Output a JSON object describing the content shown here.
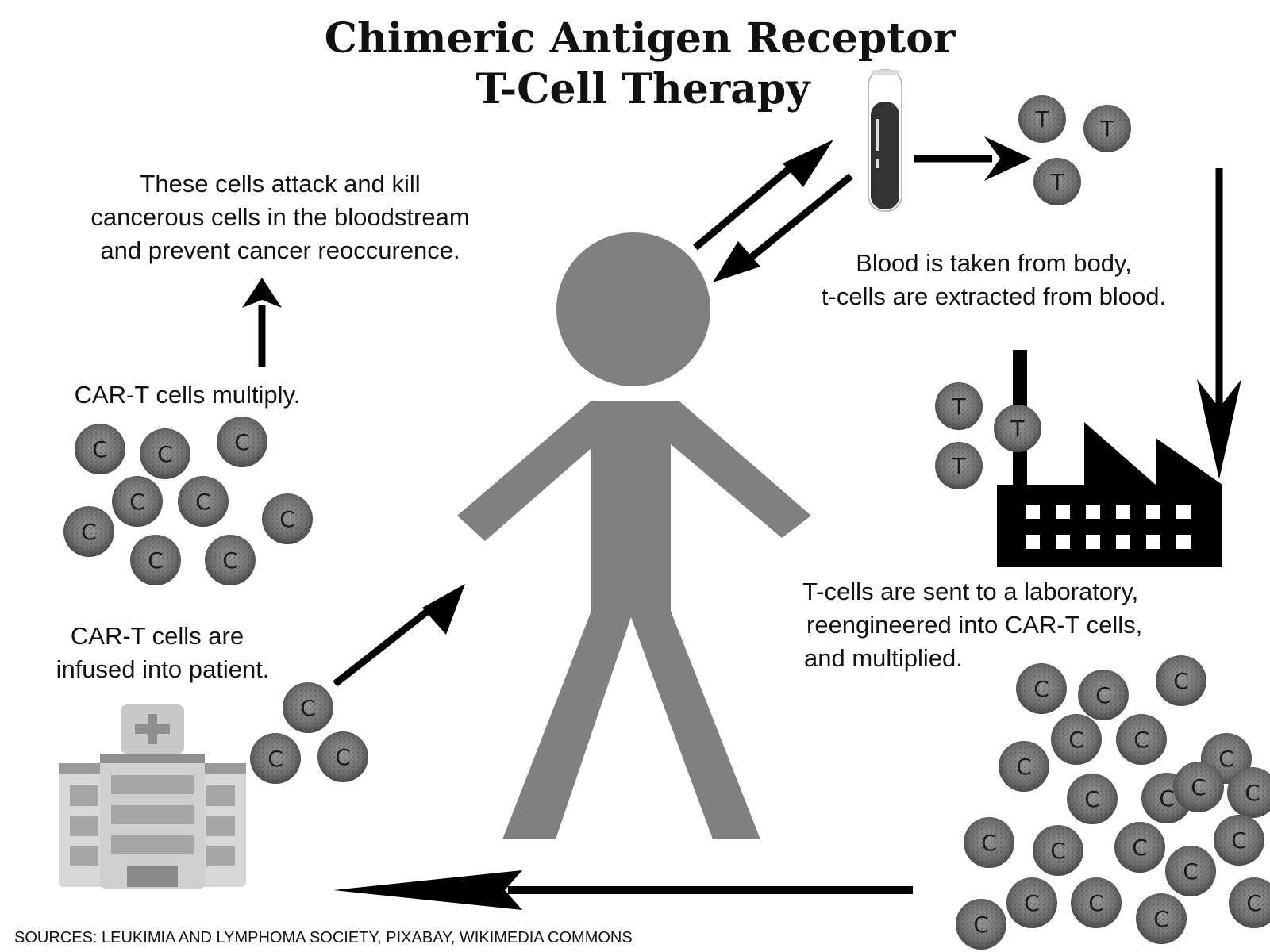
{
  "title": {
    "line1": "Chimeric Antigen Receptor",
    "line2": "T-Cell Therapy"
  },
  "steps": {
    "extract": {
      "line1": "Blood is taken from body,",
      "line2": "t-cells are extracted from blood."
    },
    "lab": {
      "line1": "T-cells are sent to a laboratory,",
      "line2": "reengineered into CAR-T cells,",
      "line3": "and multiplied."
    },
    "infuse": {
      "line1": "CAR-T cells are",
      "line2": "infused into patient."
    },
    "multiply": {
      "line1": "CAR-T cells multiply."
    },
    "attack": {
      "line1": "These cells attack and kill",
      "line2": "cancerous cells in the bloodstream",
      "line3": "and prevent cancer reoccurence."
    }
  },
  "cell_labels": {
    "t_cell": "T",
    "car_t_cell": "C"
  },
  "icons": {
    "patient": "person-silhouette-icon",
    "blood": "test-tube-icon",
    "laboratory": "factory-icon",
    "hospital": "hospital-icon"
  },
  "sources": "SOURCES: LEUKIMIA AND LYMPHOMA SOCIETY, PIXABAY, WIKIMEDIA COMMONS"
}
